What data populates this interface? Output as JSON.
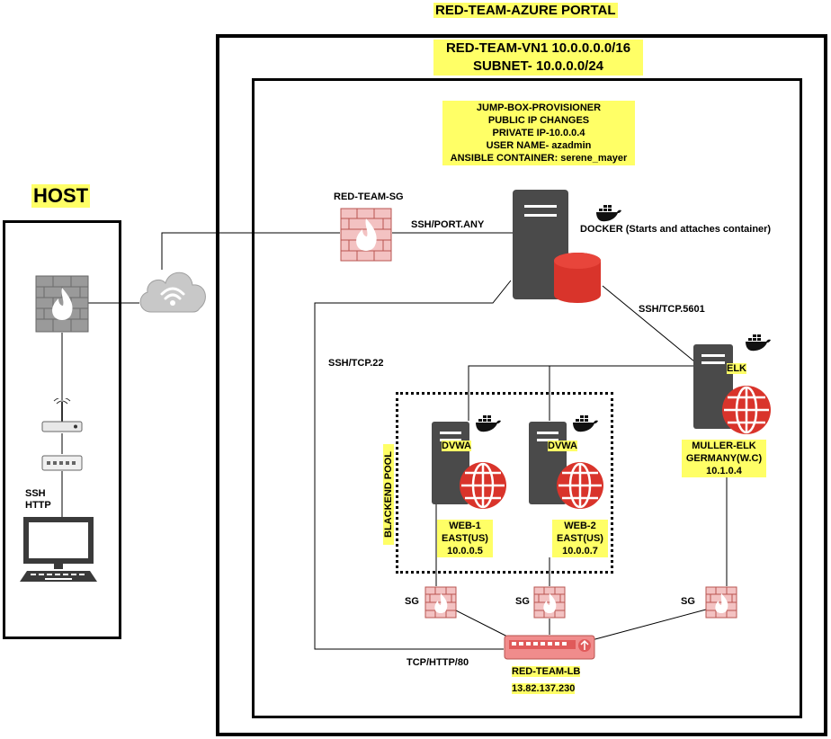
{
  "portal_title": "RED-TEAM-AZURE PORTAL",
  "vnet": {
    "line1": "RED-TEAM-VN1 10.0.0.0.0/16",
    "line2": "SUBNET- 10.0.0.0/24"
  },
  "host": {
    "title": "HOST",
    "protocols": [
      "SSH",
      "HTTP"
    ]
  },
  "jumpbox": {
    "lines": [
      "JUMP-BOX-PROVISIONER",
      "PUBLIC IP CHANGES",
      "PRIVATE IP-10.0.0.4",
      "USER NAME-  azadmin",
      "ANSIBLE CONTAINER: serene_mayer"
    ]
  },
  "security_group": "RED-TEAM-SG",
  "docker_label": "DOCKER (Starts and attaches container)",
  "links": {
    "ssh_port_any": "SSH/PORT.ANY",
    "ssh_tcp_5601": "SSH/TCP.5601",
    "ssh_tcp_22": "SSH/TCP.22",
    "tcp_http_80": "TCP/HTTP/80"
  },
  "backend_pool": "BLACKEND POOL",
  "web1": {
    "app": "DVWA",
    "lines": [
      "WEB-1",
      "EAST(US)",
      "10.0.0.5"
    ]
  },
  "web2": {
    "app": "DVWA",
    "lines": [
      "WEB-2",
      "EAST(US)",
      "10.0.0.7"
    ]
  },
  "elk": {
    "app": "ELK",
    "lines": [
      "MULLER-ELK",
      "GERMANY(W.C)",
      "10.1.0.4"
    ]
  },
  "sg_labels": [
    "SG",
    "SG",
    "SG"
  ],
  "load_balancer": {
    "name": "RED-TEAM-LB",
    "ip": "13.82.137.230"
  },
  "colors": {
    "server_gray": "#4a4a4a",
    "globe_red": "#d9342b",
    "firewall_pink": "#f3c2c2",
    "firewall_line": "#b85450",
    "docker_black": "#111111",
    "label_yellow": "#ffff66"
  }
}
